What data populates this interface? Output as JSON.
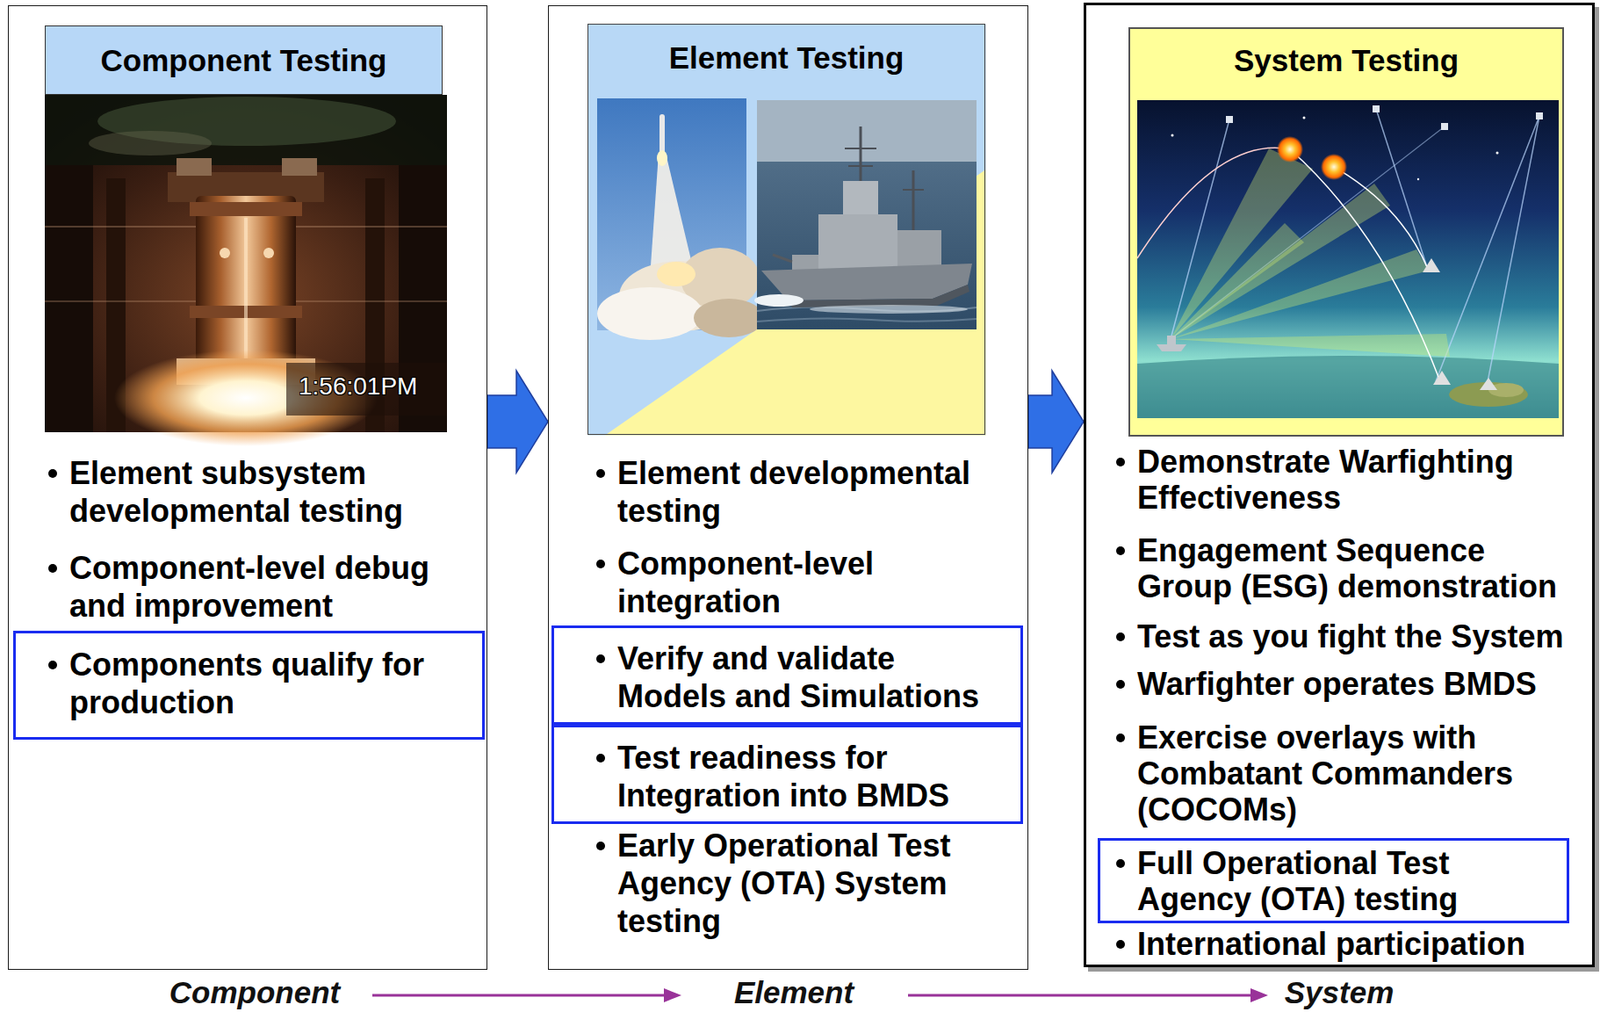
{
  "diagram": {
    "nodes": [
      {
        "text": [
          "Element subsystem developmental testing",
          "Component-level debug and improvement"
        ]
      },
      {
        "text": [
          "Component Testing"
        ],
        "in": 0
      },
      {
        "text": [
          "Components qualify for production"
        ],
        "in": 0
      },
      {
        "text": [
          "Element developmental testing",
          "Component-level integration",
          "Early Operational Test Agency (OTA) System testing"
        ]
      },
      {
        "text": [
          "Element Testing"
        ],
        "in": 3
      },
      {
        "text": [
          "Verify and validate Models and Simulations"
        ],
        "in": 3
      },
      {
        "text": [
          "Test readiness for Integration into BMDS"
        ],
        "in": 3
      },
      {
        "text": [
          "Demonstrate Warfighting Effectiveness",
          "Engagement Sequence Group (ESG) demonstration",
          "Test as you fight the System",
          "Warfighter operates BMDS",
          "Exercise overlays with Combatant Commanders (COCOMs)",
          "International participation"
        ]
      },
      {
        "text": [
          "System Testing"
        ],
        "in": 7
      },
      {
        "text": [
          "Full Operational Test Agency (OTA) testing"
        ],
        "in": 7
      }
    ],
    "edges": [
      {
        "from": 0,
        "to": 3,
        "arrow": "to"
      },
      {
        "from": 3,
        "to": 7,
        "arrow": "to"
      }
    ],
    "labels": [
      "1:56:01PM",
      "Component",
      "Element",
      "System"
    ]
  }
}
